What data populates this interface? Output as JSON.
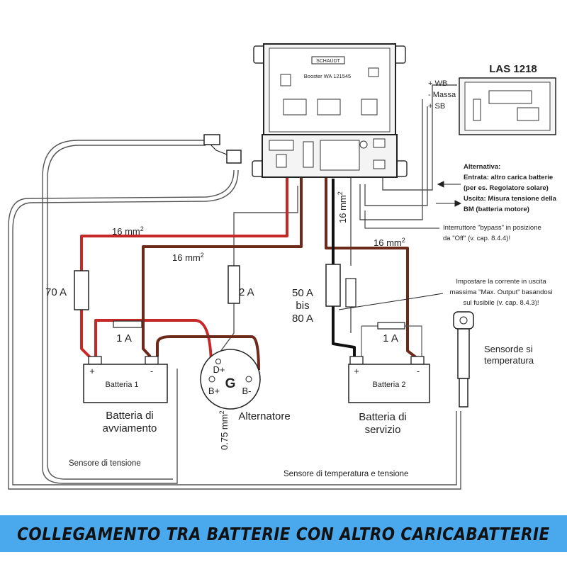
{
  "banner": {
    "title": "COLLEGAMENTO TRA BATTERIE CON ALTRO CARICABATTERIE",
    "background": "#4aa8ec"
  },
  "colors": {
    "positive_wire": "#c62828",
    "negative_wire": "#6d2a1a",
    "signal_wire": "#111111",
    "sensor_wire": "#555555"
  },
  "booster": {
    "brand": "SCHAUDT",
    "model": "Booster WA 121545"
  },
  "las": {
    "title": "LAS 1218"
  },
  "terminals": {
    "wb": "+ WB",
    "massa": "- Massa",
    "sb": "+ SB"
  },
  "fuses": {
    "f70": "70 A",
    "f2": "2 A",
    "f50_l1": "50 A",
    "f50_l2": "bis",
    "f50_l3": "80 A",
    "f1a_left": "1 A",
    "f1a_right": "1 A"
  },
  "wires": {
    "w16_a": "16 mm",
    "w16_b": "16 mm",
    "w16_c": "16 mm",
    "w16_d": "16 mm",
    "sup": "2",
    "w075": "0.75 mm"
  },
  "batteries": {
    "b1": {
      "label": "Batteria 1",
      "caption_l1": "Batteria di",
      "caption_l2": "avviamento"
    },
    "b2": {
      "label": "Batteria 2",
      "caption_l1": "Batteria di",
      "caption_l2": "servizio"
    },
    "plus": "+",
    "minus": "-"
  },
  "alternator": {
    "symbol": "G",
    "d_plus": "D+",
    "b_plus": "B+",
    "b_minus": "B-",
    "caption": "Alternatore"
  },
  "notes": {
    "alt_l1": "Alternativa:",
    "alt_l2": "Entrata: altro carica batterie",
    "alt_l3": "(per es. Regolatore solare)",
    "alt_l4": "Uscita: Misura tensione della",
    "alt_l5": "BM (batteria motore)",
    "bypass_l1": "Interruttore \"bypass\" in posizione",
    "bypass_l2": "da \"Off\" (v. cap. 8.4.4)!",
    "out_l1": "Impostare la corrente in uscita",
    "out_l2": "massima \"Max. Output\" basandosi",
    "out_l3": "sul fusibile (v. cap. 8.4.3)!",
    "temp_l1": "Sensorde si",
    "temp_l2": "temperatura",
    "sens_v": "Sensore di tensione",
    "sens_tv": "Sensore di temperatura e tensione"
  }
}
